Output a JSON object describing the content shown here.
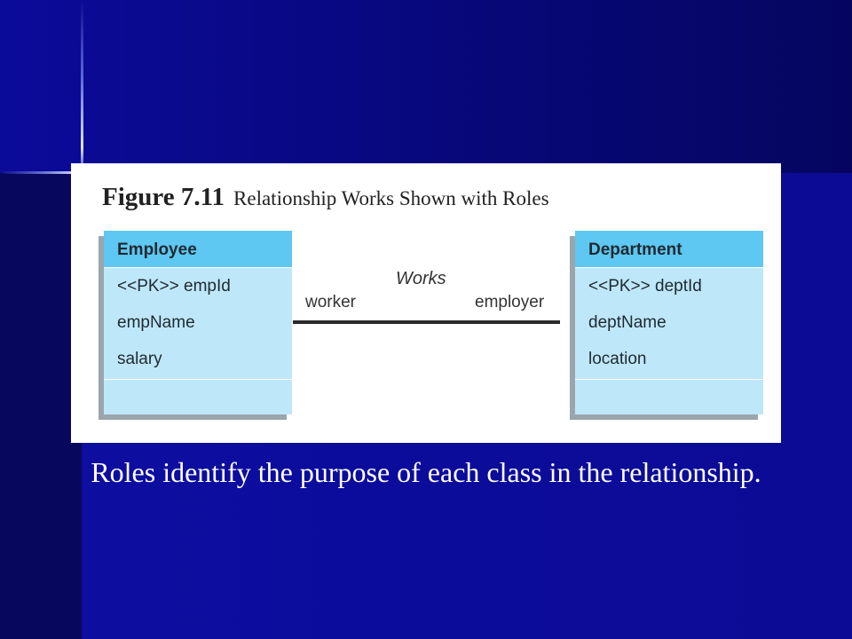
{
  "figure": {
    "number": "Figure 7.11",
    "caption": "Relationship Works Shown with Roles"
  },
  "classes": {
    "employee": {
      "name": "Employee",
      "attributes": [
        "<<PK>> empId",
        "empName",
        "salary"
      ]
    },
    "department": {
      "name": "Department",
      "attributes": [
        "<<PK>> deptId",
        "deptName",
        "location"
      ]
    }
  },
  "association": {
    "name": "Works",
    "role_left": "worker",
    "role_right": "employer"
  },
  "slide_caption": "Roles identify the purpose of each class in the relationship."
}
